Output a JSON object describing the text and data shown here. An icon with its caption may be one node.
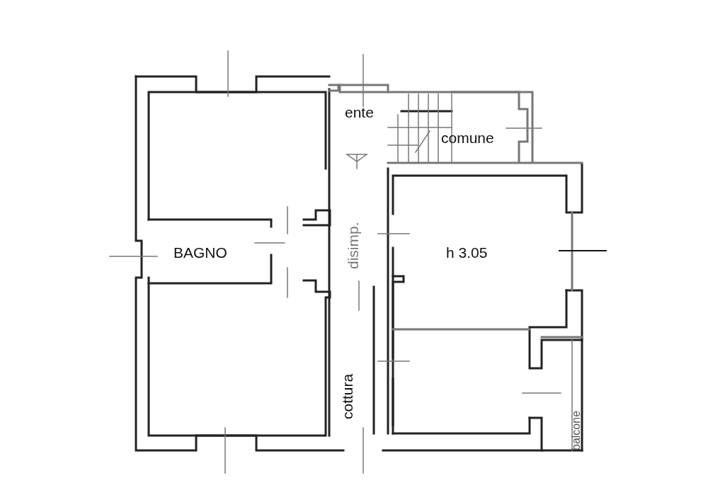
{
  "diagram": {
    "labels": [
      "ente",
      "comune",
      "BAGNO",
      "h 3.05",
      "disimp.",
      "cottura",
      "balcone"
    ]
  }
}
